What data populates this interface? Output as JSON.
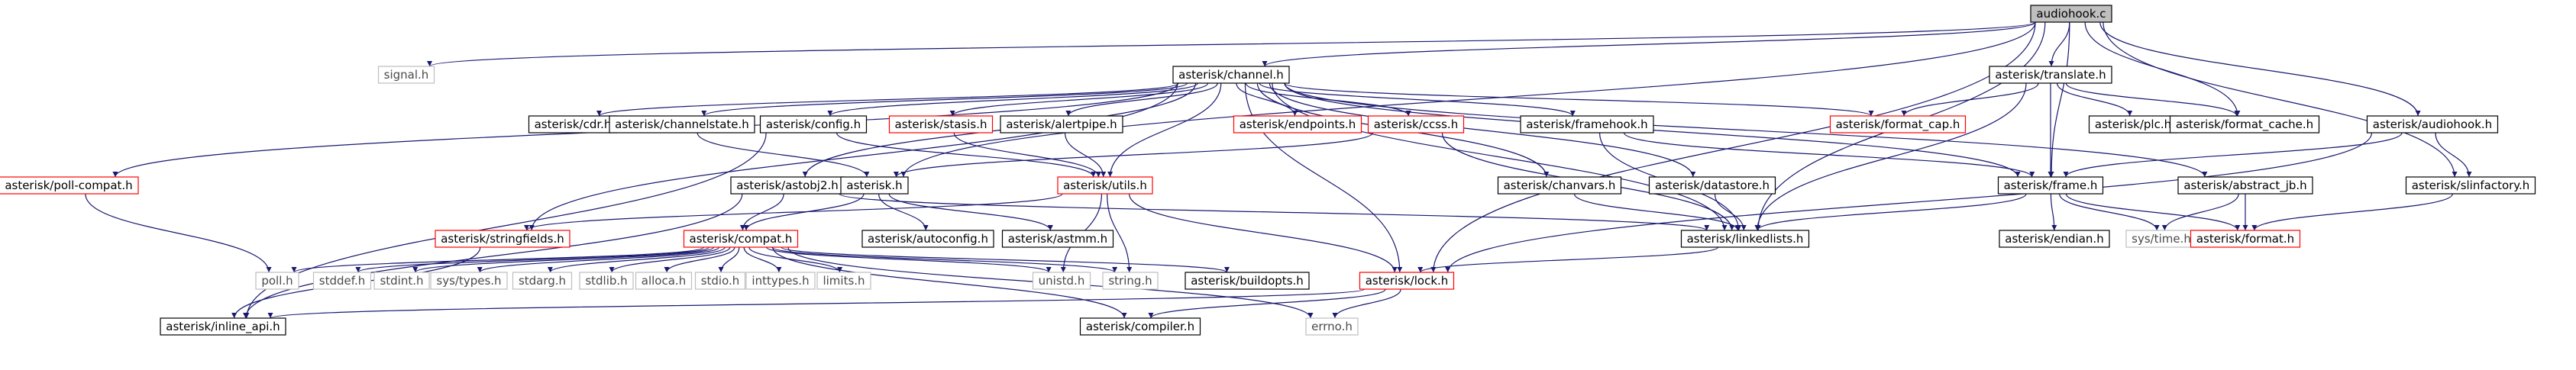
{
  "diagram": {
    "nodes": [
      {
        "id": "audiohook_c",
        "label": "audiohook.c",
        "style": "root"
      },
      {
        "id": "signal_h",
        "label": "signal.h",
        "style": "system"
      },
      {
        "id": "channel_h",
        "label": "asterisk/channel.h",
        "style": "normal"
      },
      {
        "id": "translate_h",
        "label": "asterisk/translate.h",
        "style": "normal"
      },
      {
        "id": "audiohook_h",
        "label": "asterisk/audiohook.h",
        "style": "normal"
      },
      {
        "id": "poll_compat_h",
        "label": "asterisk/poll-compat.h",
        "style": "missing"
      },
      {
        "id": "cdr_h",
        "label": "asterisk/cdr.h",
        "style": "normal"
      },
      {
        "id": "channelstate_h",
        "label": "asterisk/channelstate.h",
        "style": "normal"
      },
      {
        "id": "config_h",
        "label": "asterisk/config.h",
        "style": "normal"
      },
      {
        "id": "stasis_h",
        "label": "asterisk/stasis.h",
        "style": "missing"
      },
      {
        "id": "alertpipe_h",
        "label": "asterisk/alertpipe.h",
        "style": "normal"
      },
      {
        "id": "endpoints_h",
        "label": "asterisk/endpoints.h",
        "style": "missing"
      },
      {
        "id": "ccss_h",
        "label": "asterisk/ccss.h",
        "style": "missing"
      },
      {
        "id": "framehook_h",
        "label": "asterisk/framehook.h",
        "style": "normal"
      },
      {
        "id": "format_cap_h",
        "label": "asterisk/format_cap.h",
        "style": "missing"
      },
      {
        "id": "plc_h",
        "label": "asterisk/plc.h",
        "style": "normal"
      },
      {
        "id": "format_cache_h",
        "label": "asterisk/format_cache.h",
        "style": "normal"
      },
      {
        "id": "astobj2_h",
        "label": "asterisk/astobj2.h",
        "style": "normal"
      },
      {
        "id": "asterisk_h",
        "label": "asterisk.h",
        "style": "normal"
      },
      {
        "id": "utils_h",
        "label": "asterisk/utils.h",
        "style": "missing"
      },
      {
        "id": "chanvars_h",
        "label": "asterisk/chanvars.h",
        "style": "normal"
      },
      {
        "id": "datastore_h",
        "label": "asterisk/datastore.h",
        "style": "normal"
      },
      {
        "id": "frame_h",
        "label": "asterisk/frame.h",
        "style": "normal"
      },
      {
        "id": "abstract_jb_h",
        "label": "asterisk/abstract_jb.h",
        "style": "normal"
      },
      {
        "id": "slinfactory_h",
        "label": "asterisk/slinfactory.h",
        "style": "normal"
      },
      {
        "id": "stringfields_h",
        "label": "asterisk/stringfields.h",
        "style": "missing"
      },
      {
        "id": "compat_h",
        "label": "asterisk/compat.h",
        "style": "missing"
      },
      {
        "id": "autoconfig_h",
        "label": "asterisk/autoconfig.h",
        "style": "normal"
      },
      {
        "id": "astmm_h",
        "label": "asterisk/astmm.h",
        "style": "normal"
      },
      {
        "id": "linkedlists_h",
        "label": "asterisk/linkedlists.h",
        "style": "normal"
      },
      {
        "id": "endian_h",
        "label": "asterisk/endian.h",
        "style": "normal"
      },
      {
        "id": "systime_h",
        "label": "sys/time.h",
        "style": "system"
      },
      {
        "id": "format_h",
        "label": "asterisk/format.h",
        "style": "missing"
      },
      {
        "id": "poll_h",
        "label": "poll.h",
        "style": "system"
      },
      {
        "id": "stddef_h",
        "label": "stddef.h",
        "style": "system"
      },
      {
        "id": "stdint_h",
        "label": "stdint.h",
        "style": "system"
      },
      {
        "id": "systypes_h",
        "label": "sys/types.h",
        "style": "system"
      },
      {
        "id": "stdarg_h",
        "label": "stdarg.h",
        "style": "system"
      },
      {
        "id": "stdlib_h",
        "label": "stdlib.h",
        "style": "system"
      },
      {
        "id": "alloca_h",
        "label": "alloca.h",
        "style": "system"
      },
      {
        "id": "stdio_h",
        "label": "stdio.h",
        "style": "system"
      },
      {
        "id": "inttypes_h",
        "label": "inttypes.h",
        "style": "system"
      },
      {
        "id": "limits_h",
        "label": "limits.h",
        "style": "system"
      },
      {
        "id": "unistd_h",
        "label": "unistd.h",
        "style": "system"
      },
      {
        "id": "string_h",
        "label": "string.h",
        "style": "system"
      },
      {
        "id": "buildopts_h",
        "label": "asterisk/buildopts.h",
        "style": "normal"
      },
      {
        "id": "lock_h",
        "label": "asterisk/lock.h",
        "style": "missing"
      },
      {
        "id": "inline_api_h",
        "label": "asterisk/inline_api.h",
        "style": "normal"
      },
      {
        "id": "compiler_h",
        "label": "asterisk/compiler.h",
        "style": "normal"
      },
      {
        "id": "errno_h",
        "label": "errno.h",
        "style": "system"
      }
    ],
    "edges": [
      [
        "audiohook_c",
        "signal_h"
      ],
      [
        "audiohook_c",
        "channel_h"
      ],
      [
        "audiohook_c",
        "translate_h"
      ],
      [
        "audiohook_c",
        "audiohook_h"
      ],
      [
        "audiohook_c",
        "asterisk_h"
      ],
      [
        "audiohook_c",
        "format_cache_h"
      ],
      [
        "audiohook_c",
        "frame_h"
      ],
      [
        "audiohook_c",
        "linkedlists_h"
      ],
      [
        "audiohook_c",
        "slinfactory_h"
      ],
      [
        "audiohook_c",
        "lock_h"
      ],
      [
        "channel_h",
        "poll_compat_h"
      ],
      [
        "channel_h",
        "cdr_h"
      ],
      [
        "channel_h",
        "channelstate_h"
      ],
      [
        "channel_h",
        "config_h"
      ],
      [
        "channel_h",
        "stasis_h"
      ],
      [
        "channel_h",
        "alertpipe_h"
      ],
      [
        "channel_h",
        "endpoints_h"
      ],
      [
        "channel_h",
        "ccss_h"
      ],
      [
        "channel_h",
        "framehook_h"
      ],
      [
        "channel_h",
        "format_cap_h"
      ],
      [
        "channel_h",
        "astobj2_h"
      ],
      [
        "channel_h",
        "utils_h"
      ],
      [
        "channel_h",
        "chanvars_h"
      ],
      [
        "channel_h",
        "datastore_h"
      ],
      [
        "channel_h",
        "frame_h"
      ],
      [
        "channel_h",
        "abstract_jb_h"
      ],
      [
        "channel_h",
        "stringfields_h"
      ],
      [
        "channel_h",
        "linkedlists_h"
      ],
      [
        "channel_h",
        "lock_h"
      ],
      [
        "translate_h",
        "format_cap_h"
      ],
      [
        "translate_h",
        "plc_h"
      ],
      [
        "translate_h",
        "format_cache_h"
      ],
      [
        "translate_h",
        "frame_h"
      ],
      [
        "translate_h",
        "linkedlists_h"
      ],
      [
        "audiohook_h",
        "frame_h"
      ],
      [
        "audiohook_h",
        "slinfactory_h"
      ],
      [
        "audiohook_h",
        "lock_h"
      ],
      [
        "poll_compat_h",
        "poll_h"
      ],
      [
        "channelstate_h",
        "asterisk_h"
      ],
      [
        "config_h",
        "utils_h"
      ],
      [
        "config_h",
        "inline_api_h"
      ],
      [
        "stasis_h",
        "utils_h"
      ],
      [
        "alertpipe_h",
        "utils_h"
      ],
      [
        "ccss_h",
        "asterisk_h"
      ],
      [
        "ccss_h",
        "linkedlists_h"
      ],
      [
        "framehook_h",
        "frame_h"
      ],
      [
        "framehook_h",
        "linkedlists_h"
      ],
      [
        "astobj2_h",
        "compat_h"
      ],
      [
        "astobj2_h",
        "linkedlists_h"
      ],
      [
        "astobj2_h",
        "inline_api_h"
      ],
      [
        "asterisk_h",
        "compat_h"
      ],
      [
        "asterisk_h",
        "autoconfig_h"
      ],
      [
        "asterisk_h",
        "astmm_h"
      ],
      [
        "utils_h",
        "stringfields_h"
      ],
      [
        "utils_h",
        "unistd_h"
      ],
      [
        "utils_h",
        "string_h"
      ],
      [
        "utils_h",
        "lock_h"
      ],
      [
        "chanvars_h",
        "linkedlists_h"
      ],
      [
        "datastore_h",
        "linkedlists_h"
      ],
      [
        "frame_h",
        "linkedlists_h"
      ],
      [
        "frame_h",
        "endian_h"
      ],
      [
        "frame_h",
        "systime_h"
      ],
      [
        "frame_h",
        "format_h"
      ],
      [
        "abstract_jb_h",
        "systime_h"
      ],
      [
        "abstract_jb_h",
        "format_h"
      ],
      [
        "slinfactory_h",
        "format_h"
      ],
      [
        "stringfields_h",
        "inline_api_h"
      ],
      [
        "compat_h",
        "poll_h"
      ],
      [
        "compat_h",
        "stddef_h"
      ],
      [
        "compat_h",
        "stdint_h"
      ],
      [
        "compat_h",
        "systypes_h"
      ],
      [
        "compat_h",
        "stdarg_h"
      ],
      [
        "compat_h",
        "stdlib_h"
      ],
      [
        "compat_h",
        "alloca_h"
      ],
      [
        "compat_h",
        "stdio_h"
      ],
      [
        "compat_h",
        "inttypes_h"
      ],
      [
        "compat_h",
        "limits_h"
      ],
      [
        "compat_h",
        "unistd_h"
      ],
      [
        "compat_h",
        "string_h"
      ],
      [
        "compat_h",
        "buildopts_h"
      ],
      [
        "compat_h",
        "compiler_h"
      ],
      [
        "compat_h",
        "errno_h"
      ],
      [
        "linkedlists_h",
        "lock_h"
      ],
      [
        "lock_h",
        "inline_api_h"
      ],
      [
        "lock_h",
        "compiler_h"
      ],
      [
        "lock_h",
        "errno_h"
      ]
    ]
  }
}
